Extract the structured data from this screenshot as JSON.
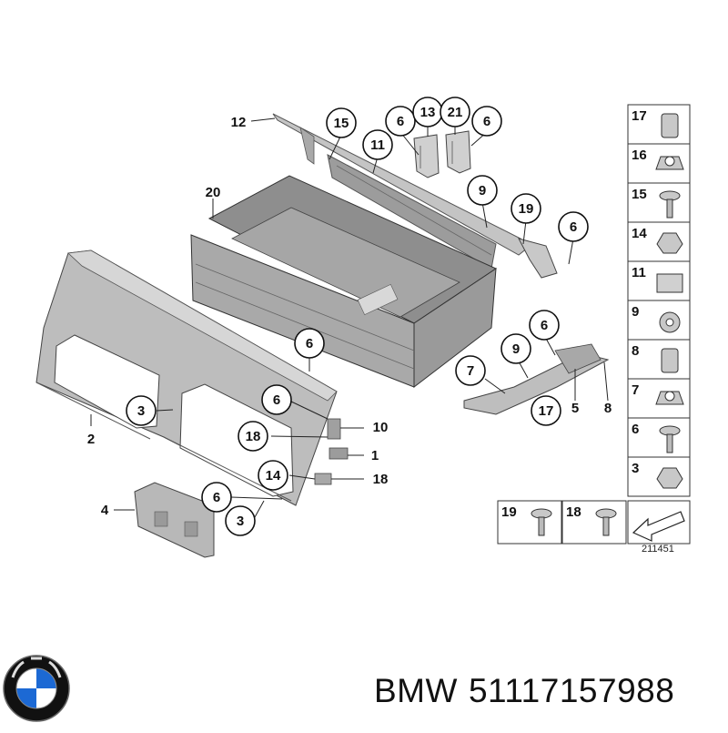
{
  "diagram": {
    "callouts": [
      "15",
      "6",
      "13",
      "21",
      "6",
      "11",
      "9",
      "19",
      "6",
      "6",
      "6",
      "6",
      "9",
      "7",
      "17",
      "3",
      "3",
      "18",
      "14",
      "6"
    ],
    "plain_labels": [
      "12",
      "20",
      "2",
      "4",
      "10",
      "1",
      "18",
      "5",
      "8"
    ],
    "legend": [
      "17",
      "16",
      "15",
      "14",
      "11",
      "9",
      "8",
      "7",
      "6",
      "3",
      "19",
      "18"
    ],
    "diagram_id": "211451"
  },
  "footer": {
    "brand": "BMW",
    "part_number": "51117157988"
  },
  "colors": {
    "part_gray": "#b8b8b8",
    "part_dark": "#8c8c8c",
    "line": "#222222",
    "logo_blue": "#1c69d4"
  }
}
